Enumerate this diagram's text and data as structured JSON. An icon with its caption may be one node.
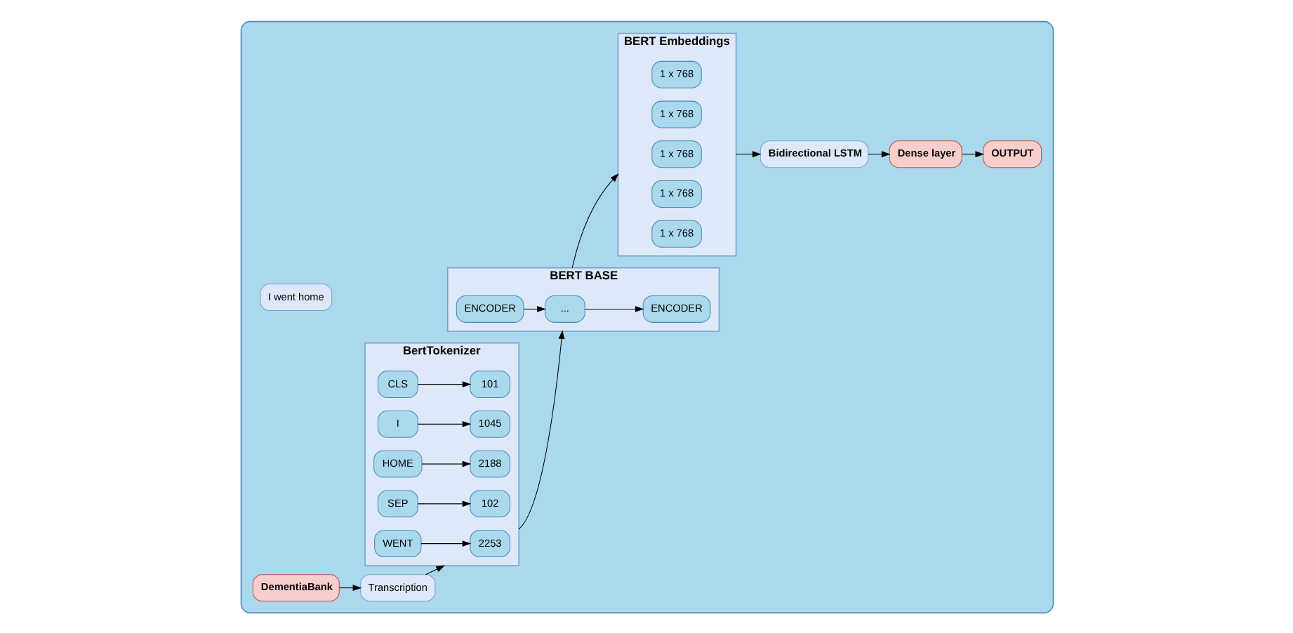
{
  "diagram": {
    "nodes": [
      {
        "text": [],
        "shape": "box"
      },
      {
        "text": [
          "I went home"
        ],
        "in": 0
      },
      {
        "text": [
          "Transcription"
        ],
        "in": 0
      },
      {
        "text": [
          "BertTokenizer"
        ],
        "in": 0
      },
      {
        "text": [
          "CLS"
        ],
        "in": 3
      },
      {
        "text": [
          "101"
        ],
        "in": 3
      },
      {
        "text": [
          "I"
        ],
        "in": 3
      },
      {
        "text": [
          "1045"
        ],
        "in": 3
      },
      {
        "text": [
          "WENT"
        ],
        "in": 3
      },
      {
        "text": [
          "2253"
        ],
        "in": 3
      },
      {
        "text": [
          "HOME"
        ],
        "in": 3
      },
      {
        "text": [
          "2188"
        ],
        "in": 3
      },
      {
        "text": [
          "SEP"
        ],
        "in": 3
      },
      {
        "text": [
          "102"
        ],
        "in": 3
      },
      {
        "text": [
          "BERT BASE"
        ],
        "in": 0
      },
      {
        "text": [
          "ENCODER"
        ],
        "in": 14
      },
      {
        "text": [
          "..."
        ],
        "in": 14
      },
      {
        "text": [
          "ENCODER"
        ],
        "in": 14
      },
      {
        "text": [
          "BERT Embeddings"
        ],
        "in": 0
      },
      {
        "text": [
          "1 x 768"
        ],
        "in": 18
      },
      {
        "text": [
          "1 x 768"
        ],
        "in": 18
      },
      {
        "text": [
          "1 x 768"
        ],
        "in": 18
      },
      {
        "text": [
          "1 x 768"
        ],
        "in": 18
      },
      {
        "text": [
          "1 x 768"
        ],
        "in": 18
      },
      {
        "text": [
          "DementiaBank"
        ],
        "in": 0
      },
      {
        "text": [
          "Bidirectional LSTM"
        ],
        "in": 0
      },
      {
        "text": [
          "Dense layer"
        ],
        "in": 0
      },
      {
        "text": [
          "OUTPUT"
        ],
        "in": 0
      }
    ],
    "edges": [
      {
        "from": 24,
        "to": 2,
        "arrow": "to"
      },
      {
        "from": 2,
        "to": 3,
        "arrow": "to"
      },
      {
        "from": 4,
        "to": 5,
        "arrow": "to"
      },
      {
        "from": 6,
        "to": 7,
        "arrow": "to"
      },
      {
        "from": 8,
        "to": 9,
        "arrow": "to"
      },
      {
        "from": 10,
        "to": 11,
        "arrow": "to"
      },
      {
        "from": 12,
        "to": 13,
        "arrow": "to"
      },
      {
        "from": 3,
        "to": 14,
        "arrow": "to"
      },
      {
        "from": 15,
        "to": 16,
        "arrow": "to"
      },
      {
        "from": 16,
        "to": 17,
        "arrow": "to"
      },
      {
        "from": 14,
        "to": 18,
        "arrow": "to"
      },
      {
        "from": 18,
        "to": 25,
        "arrow": "to"
      },
      {
        "from": 25,
        "to": 26,
        "arrow": "to"
      },
      {
        "from": 26,
        "to": 27,
        "arrow": "to"
      }
    ]
  }
}
